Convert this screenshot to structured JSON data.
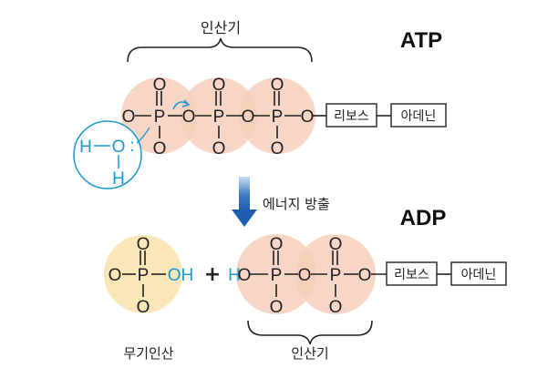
{
  "atp": {
    "title": "ATP",
    "group_label": "인산기",
    "ribose": "리보스",
    "adenine": "아데닌",
    "phosphorus": "P",
    "oxygen": "O"
  },
  "water": {
    "h_top": "H",
    "o": "O",
    "h_bottom": "H",
    "dots": ":"
  },
  "process": {
    "label": "에너지 방출",
    "arrow_color": "#1d5fae"
  },
  "adp": {
    "title": "ADP",
    "group_label": "인산기",
    "ribose": "리보스",
    "adenine": "아데닌",
    "h_prefix": "H"
  },
  "phosphate": {
    "label": "무기인산",
    "oh": "OH"
  },
  "plus": "+",
  "colors": {
    "phosphate_circle": "#f6cfbb",
    "inorganic_circle": "#fbe6b8",
    "water_highlight": "#1a9ad6"
  }
}
